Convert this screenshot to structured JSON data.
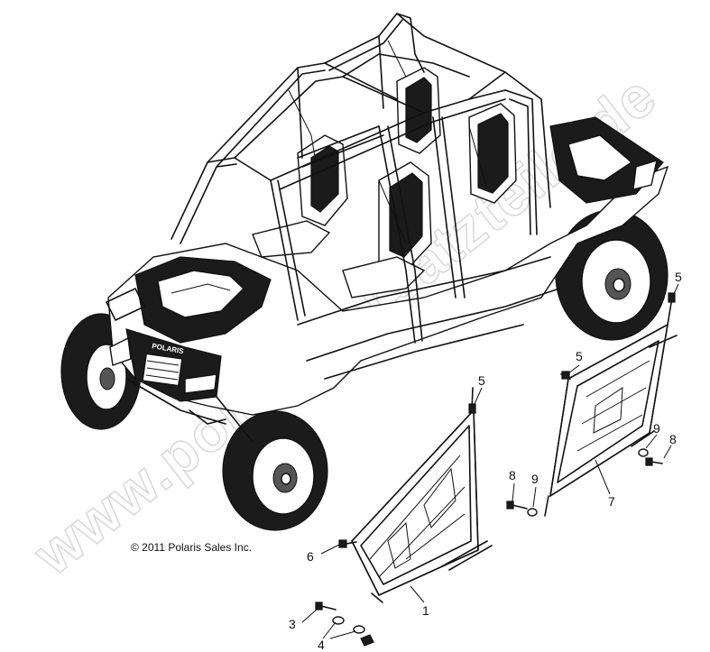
{
  "watermark": "www.polaris-ersatzteile.de",
  "copyright": "© 2011 Polaris Sales Inc.",
  "callouts": [
    {
      "id": "c1",
      "text": "1"
    },
    {
      "id": "c3",
      "text": "3"
    },
    {
      "id": "c4",
      "text": "4"
    },
    {
      "id": "c5a",
      "text": "5"
    },
    {
      "id": "c5b",
      "text": "5"
    },
    {
      "id": "c5c",
      "text": "5"
    },
    {
      "id": "c6",
      "text": "6"
    },
    {
      "id": "c7",
      "text": "7"
    },
    {
      "id": "c8a",
      "text": "8"
    },
    {
      "id": "c8b",
      "text": "8"
    },
    {
      "id": "c9a",
      "text": "9"
    },
    {
      "id": "c9b",
      "text": "9"
    }
  ],
  "vehicle": {
    "badge": "POLARIS"
  }
}
